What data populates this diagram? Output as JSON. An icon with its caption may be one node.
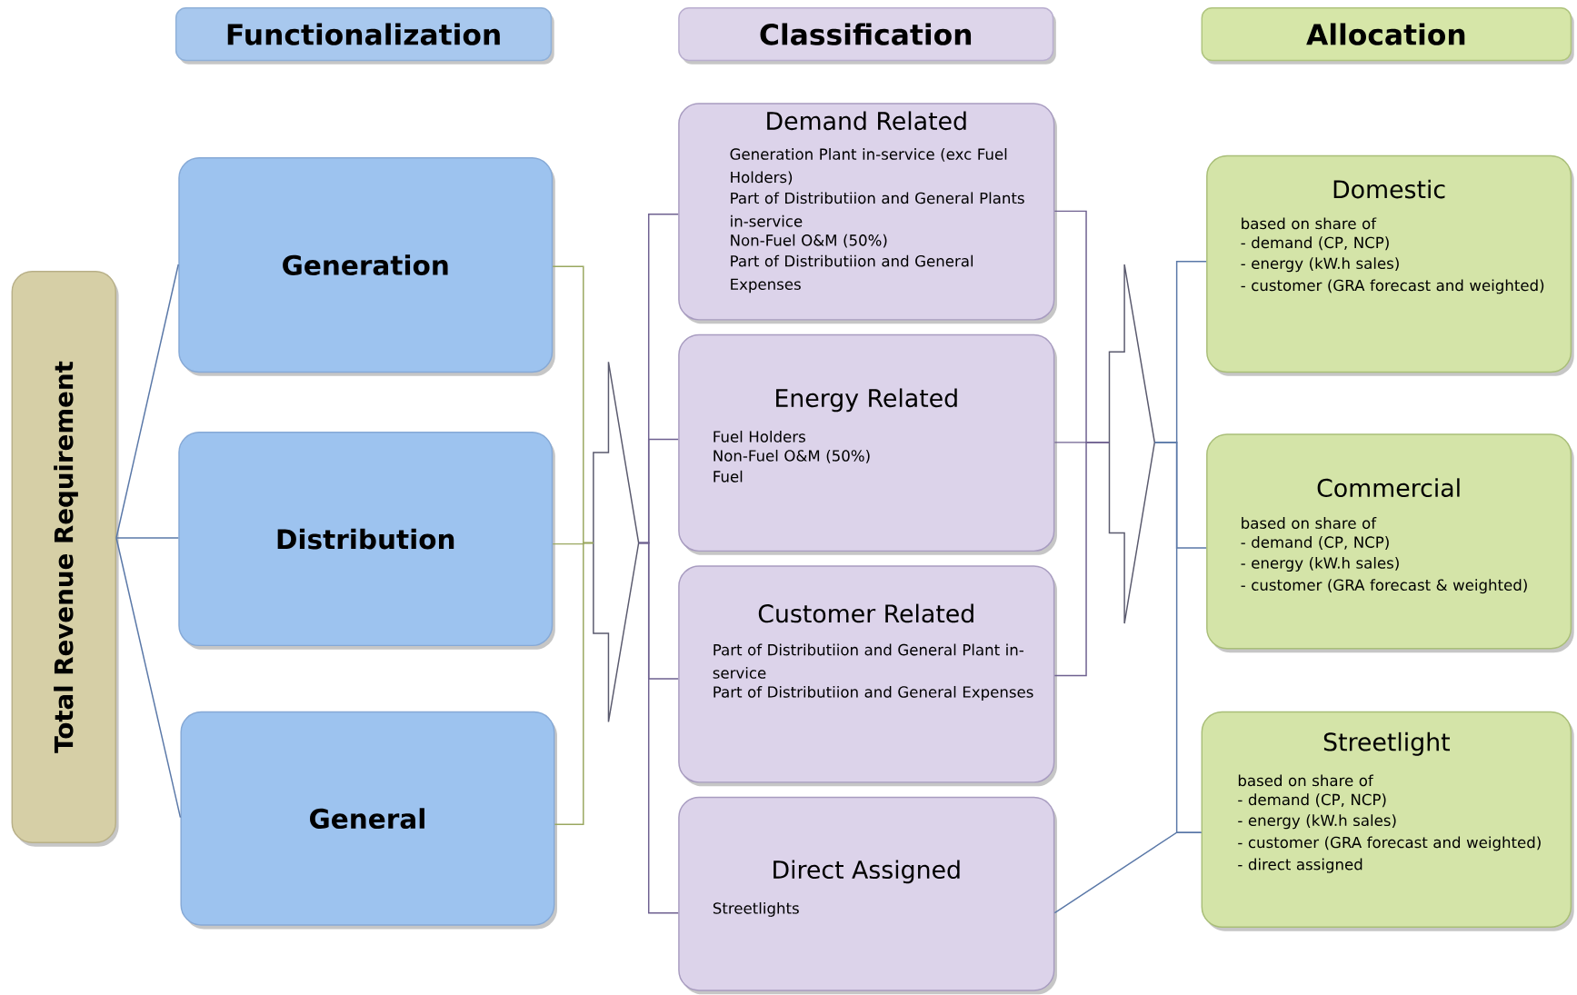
{
  "diagram": {
    "nodes": [
      {
        "text": [
          "Functionalization"
        ]
      },
      {
        "text": [
          "Classification"
        ]
      },
      {
        "text": [
          "Allocation"
        ]
      },
      {
        "text": [
          "Total Revenue Requirement"
        ]
      },
      {
        "text": [
          "Generation"
        ]
      },
      {
        "text": [
          "Distribution"
        ]
      },
      {
        "text": [
          "General"
        ]
      },
      {
        "text": [
          "Demand Related",
          "Generation Plant in-service (exc Fuel Holders)",
          "Part of Distributiion and General Plants in-service",
          "Non-Fuel O&M (50%)",
          "Part of Distributiion and General Expenses"
        ]
      },
      {
        "text": [
          "Energy Related",
          "Fuel Holders",
          "Non-Fuel O&M (50%)",
          "Fuel"
        ]
      },
      {
        "text": [
          "Customer Related",
          "Part of Distributiion and General Plant in-service",
          "Part of Distributiion and General Expenses"
        ]
      },
      {
        "text": [
          "Direct Assigned",
          "Streetlights"
        ]
      },
      {
        "text": [
          "Domestic",
          "based on share of",
          "- demand (CP, NCP)",
          "- energy (kW.h sales)",
          "- customer (GRA forecast and weighted)"
        ]
      },
      {
        "text": [
          "Commercial",
          "based on share of",
          "- demand (CP, NCP)",
          "- energy (kW.h sales)",
          "- customer (GRA forecast & weighted)"
        ]
      },
      {
        "text": [
          "Streetlight",
          "based on share of",
          "- demand (CP, NCP)",
          "- energy (kW.h sales)",
          "- customer (GRA forecast and weighted)",
          "- direct assigned"
        ]
      },
      {
        "text": [],
        "shape": "arrow"
      },
      {
        "text": [],
        "shape": "arrow"
      }
    ],
    "edges": [
      {
        "from": 3,
        "to": 4,
        "arrow": "none"
      },
      {
        "from": 3,
        "to": 5,
        "arrow": "none"
      },
      {
        "from": 3,
        "to": 6,
        "arrow": "none"
      },
      {
        "from": 4,
        "to": 14,
        "arrow": "none",
        "color": "#9aa860"
      },
      {
        "from": 5,
        "to": 14,
        "arrow": "none",
        "color": "#9aa860"
      },
      {
        "from": 6,
        "to": 14,
        "arrow": "none",
        "color": "#9aa860"
      },
      {
        "from": 14,
        "to": 7,
        "arrow": "none",
        "color": "#6e6090"
      },
      {
        "from": 14,
        "to": 8,
        "arrow": "none",
        "color": "#6e6090"
      },
      {
        "from": 14,
        "to": 9,
        "arrow": "none",
        "color": "#6e6090"
      },
      {
        "from": 14,
        "to": 10,
        "arrow": "none",
        "color": "#6e6090"
      },
      {
        "from": 7,
        "to": 15,
        "arrow": "none",
        "color": "#6e6090"
      },
      {
        "from": 8,
        "to": 15,
        "arrow": "none",
        "color": "#6e6090"
      },
      {
        "from": 9,
        "to": 15,
        "arrow": "none",
        "color": "#6e6090"
      },
      {
        "from": 15,
        "to": 11,
        "arrow": "none"
      },
      {
        "from": 15,
        "to": 12,
        "arrow": "none"
      },
      {
        "from": 15,
        "to": 13,
        "arrow": "none"
      },
      {
        "from": 10,
        "to": 13,
        "arrow": "none"
      }
    ]
  }
}
